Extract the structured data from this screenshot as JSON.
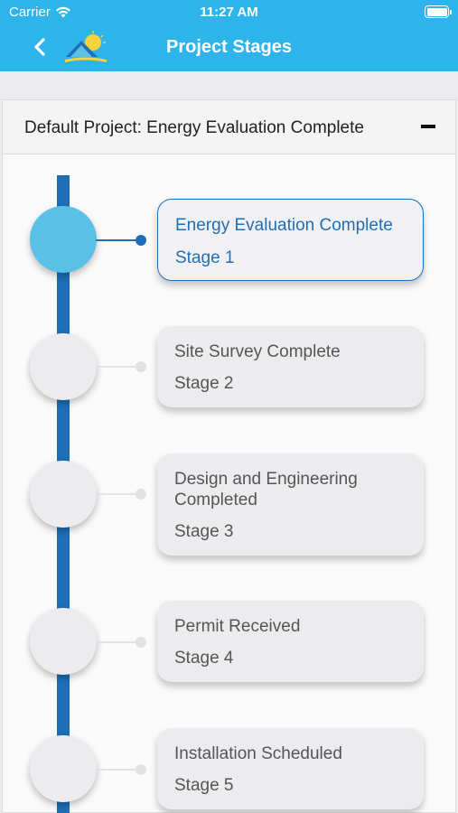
{
  "status": {
    "carrier": "Carrier",
    "time": "11:27 AM"
  },
  "nav": {
    "title": "Project Stages",
    "back_icon": "chevron-left-icon",
    "logo_icon": "solar-house-logo-icon"
  },
  "colors": {
    "header": "#2db4ea",
    "accent": "#1f6eb6",
    "active_node": "#5bc0e5"
  },
  "panel": {
    "title": "Default Project: Energy Evaluation Complete",
    "collapse_icon": "minus-icon"
  },
  "stages": [
    {
      "title": "Energy Evaluation Complete",
      "stage": "Stage 1",
      "active": true
    },
    {
      "title": "Site Survey Complete",
      "stage": "Stage 2",
      "active": false
    },
    {
      "title": "Design and Engineering Completed",
      "stage": "Stage 3",
      "active": false
    },
    {
      "title": "Permit Received",
      "stage": "Stage 4",
      "active": false
    },
    {
      "title": "Installation Scheduled",
      "stage": "Stage 5",
      "active": false
    }
  ]
}
